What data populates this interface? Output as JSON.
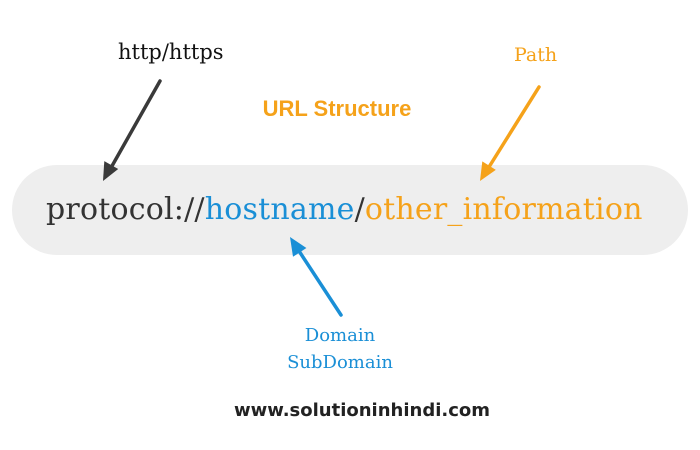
{
  "title": "URL Structure",
  "labels": {
    "protocol_hint": "http/https",
    "path_hint": "Path",
    "domain_hint_line1": "Domain",
    "domain_hint_line2": "SubDomain"
  },
  "url": {
    "protocol": "protocol://",
    "hostname": "hostname",
    "separator": "/",
    "other": "other_information"
  },
  "footer": "www.solutioninhindi.com",
  "colors": {
    "blue": "#1a8fd6",
    "orange": "#f5a21a",
    "dark": "#333333",
    "pill": "#eeeeee"
  }
}
